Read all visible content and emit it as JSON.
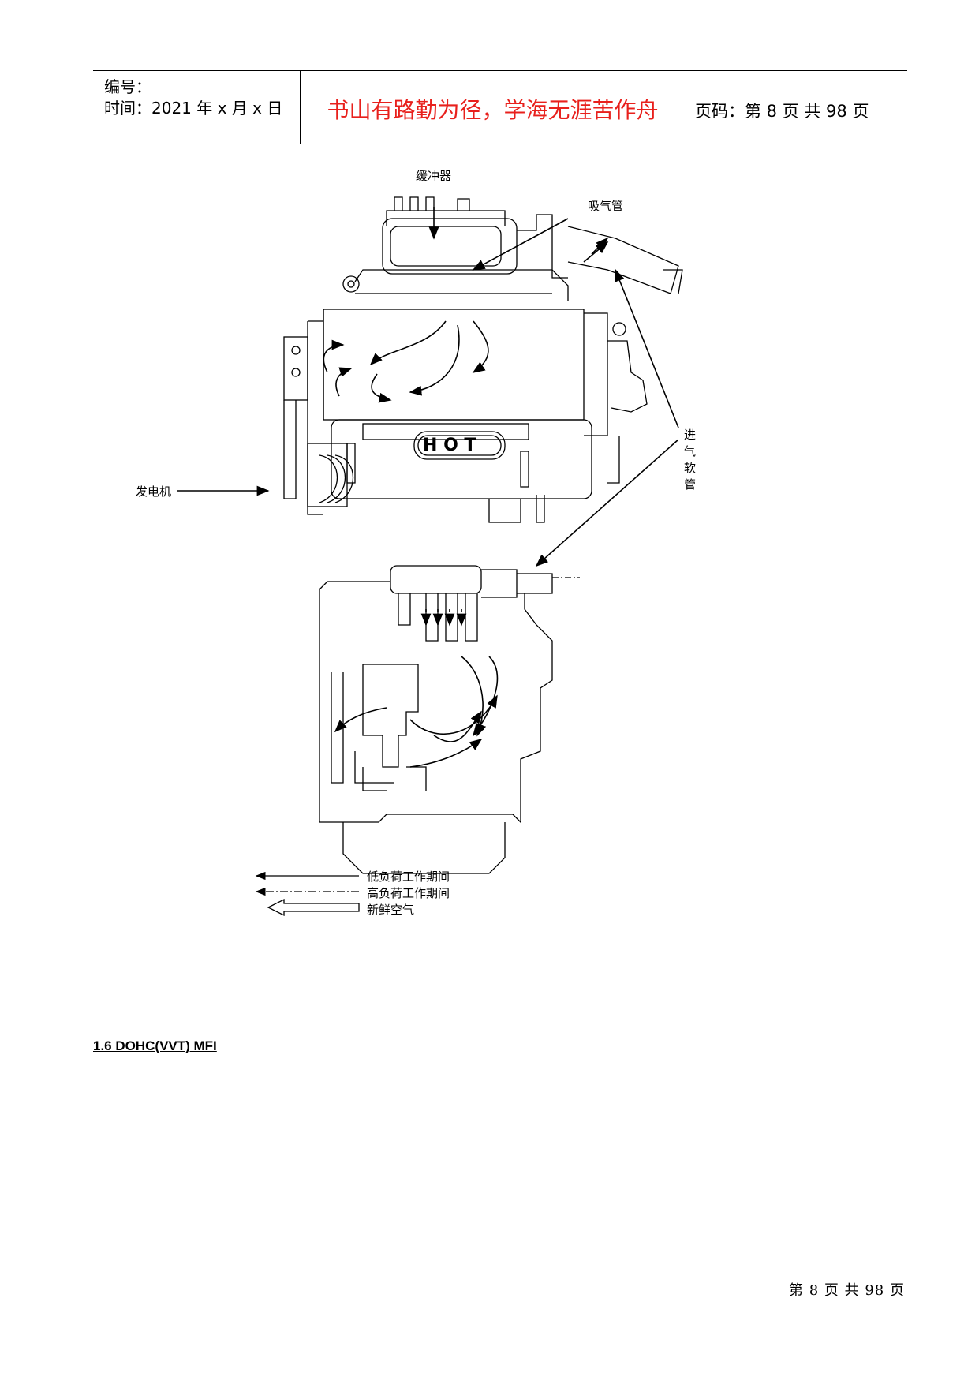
{
  "header": {
    "number_label": "编号：",
    "time_label": "时间：2021 年 x 月 x 日",
    "motto": "书山有路勤为径，学海无涯苦作舟",
    "page_info": "页码：第 8 页  共 98 页"
  },
  "figure": {
    "labels": {
      "buffer": "缓冲器",
      "intake_pipe": "吸气管",
      "intake_hose": "进气软管",
      "alternator": "发电机",
      "hot": "H O T"
    },
    "legend": [
      {
        "text": "低负荷工作期间"
      },
      {
        "text": "高负荷工作期间"
      },
      {
        "text": "新鲜空气"
      }
    ]
  },
  "section": {
    "title": "1.6 DOHC(VVT) MFI"
  },
  "footer": {
    "page_text": "第 8 页 共 98 页"
  }
}
